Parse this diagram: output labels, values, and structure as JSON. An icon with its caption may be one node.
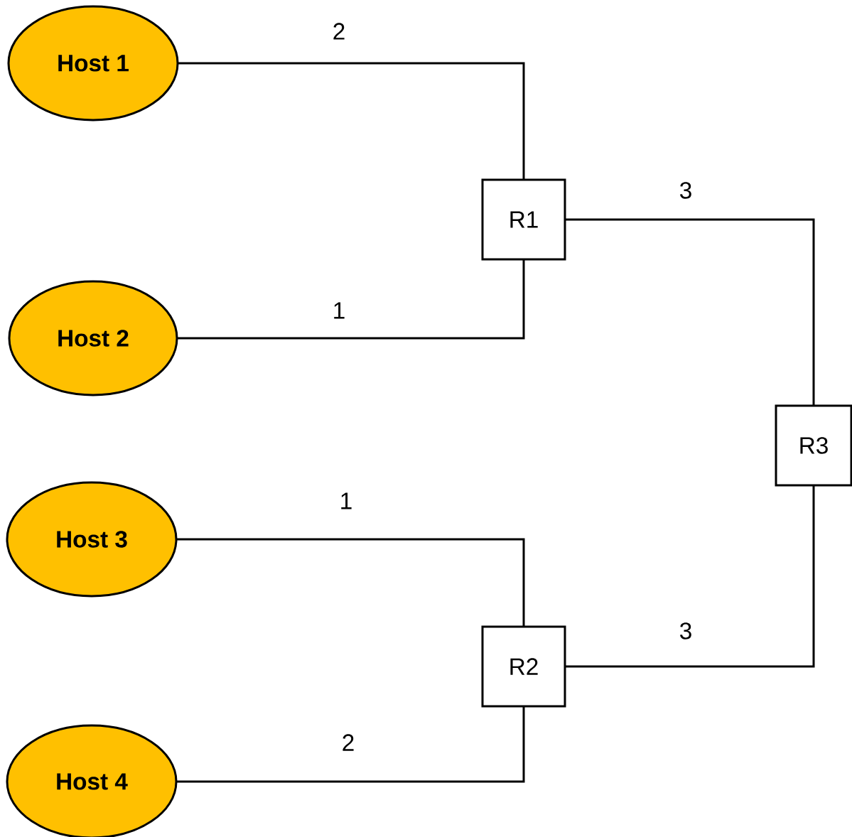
{
  "diagram": {
    "nodes": [
      {
        "text": [
          "Host 1"
        ]
      },
      {
        "text": [
          "Host 2"
        ]
      },
      {
        "text": [
          "Host 3"
        ]
      },
      {
        "text": [
          "Host 4"
        ]
      },
      {
        "text": [
          "R1"
        ]
      },
      {
        "text": [
          "R3"
        ]
      },
      {
        "text": [
          "R2"
        ]
      }
    ],
    "edges": [
      {
        "from": 0,
        "to": 4,
        "arrow": "none",
        "label": "2"
      },
      {
        "from": 1,
        "to": 4,
        "arrow": "none",
        "label": "1"
      },
      {
        "from": 4,
        "to": 5,
        "arrow": "none",
        "label": "3"
      },
      {
        "from": 2,
        "to": 6,
        "arrow": "none",
        "label": "1"
      },
      {
        "from": 3,
        "to": 6,
        "arrow": "none",
        "label": "2"
      },
      {
        "from": 6,
        "to": 5,
        "arrow": "none",
        "label": "3"
      }
    ]
  }
}
